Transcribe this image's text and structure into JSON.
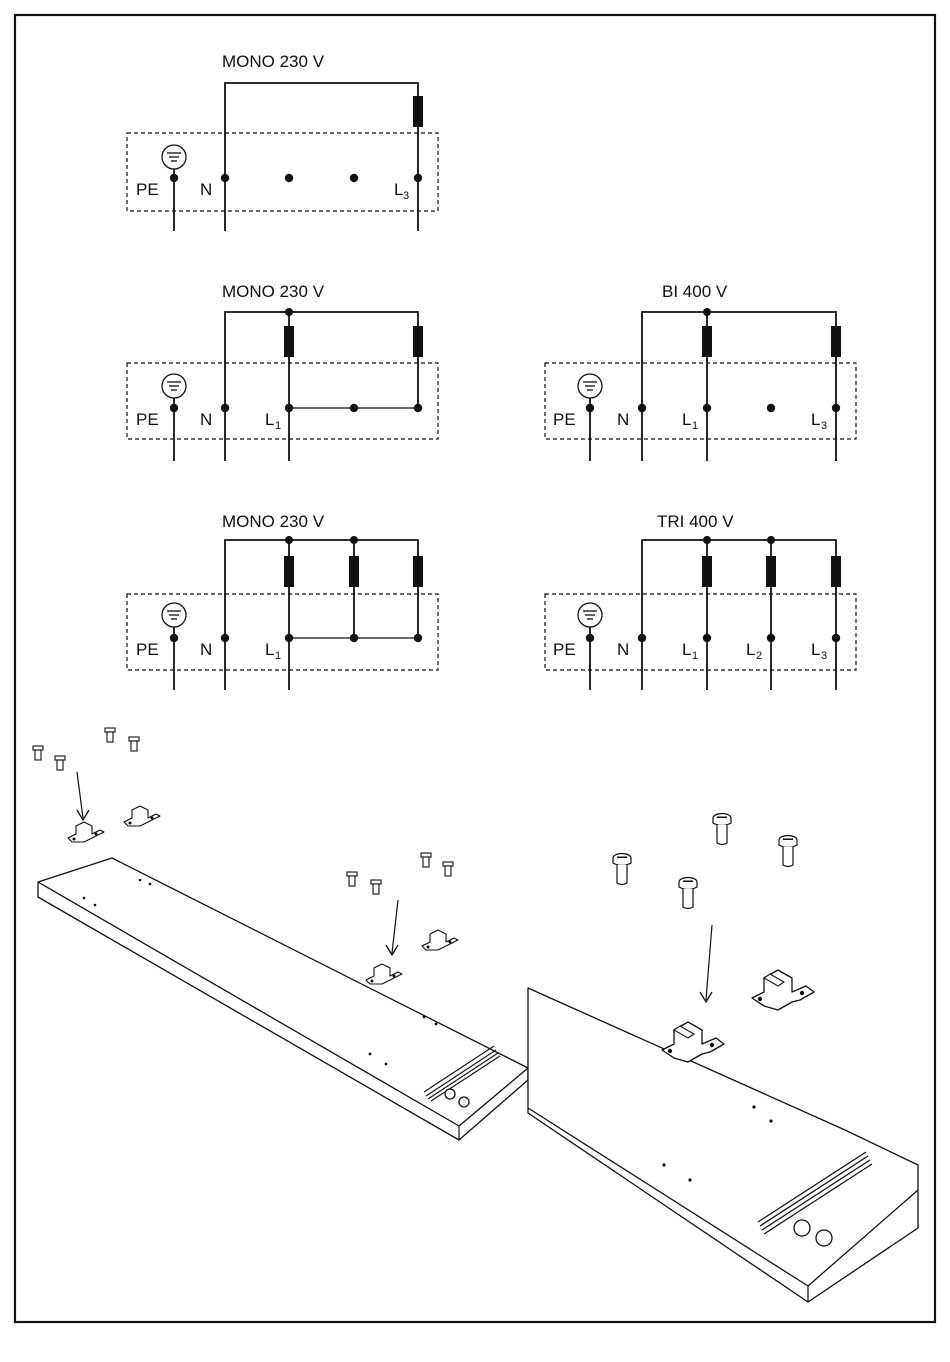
{
  "diagrams": [
    {
      "voltage_label": "MONO 230 V",
      "terminals": [
        "PE",
        "N",
        "L",
        "L"
      ],
      "subscripts": [
        "1",
        "3"
      ]
    },
    {
      "voltage_label": "MONO 230 V",
      "terminals": [
        "PE",
        "N",
        "L"
      ],
      "subscripts": [
        "1"
      ]
    },
    {
      "voltage_label": "BI 400 V",
      "terminals": [
        "PE",
        "N",
        "L",
        "L"
      ],
      "subscripts": [
        "1",
        "3"
      ]
    },
    {
      "voltage_label": "MONO 230 V",
      "terminals": [
        "PE",
        "N",
        "L"
      ],
      "subscripts": [
        "1"
      ]
    },
    {
      "voltage_label": "TRI 400 V",
      "terminals": [
        "PE",
        "N",
        "L",
        "L",
        "L"
      ],
      "subscripts": [
        "1",
        "2",
        "3"
      ]
    }
  ],
  "d1": {
    "title": "MONO 230 V",
    "pe": "PE",
    "n": "N",
    "l3": "L",
    "l3_sub": "3"
  },
  "d2": {
    "title": "MONO 230 V",
    "pe": "PE",
    "n": "N",
    "l1": "L",
    "l1_sub": "1"
  },
  "d3": {
    "title": "BI 400 V",
    "pe": "PE",
    "n": "N",
    "l1": "L",
    "l1_sub": "1",
    "l3": "L",
    "l3_sub": "3"
  },
  "d4": {
    "title": "MONO 230 V",
    "pe": "PE",
    "n": "N",
    "l1": "L",
    "l1_sub": "1"
  },
  "d5": {
    "title": "TRI 400 V",
    "pe": "PE",
    "n": "N",
    "l1": "L",
    "l1_sub": "1",
    "l2": "L",
    "l2_sub": "2",
    "l3": "L",
    "l3_sub": "3"
  },
  "icons": [
    "earth-ground-icon",
    "resistor-icon",
    "screw-icon",
    "mounting-bracket-icon",
    "arrow-down-icon",
    "heater-panel-icon"
  ]
}
